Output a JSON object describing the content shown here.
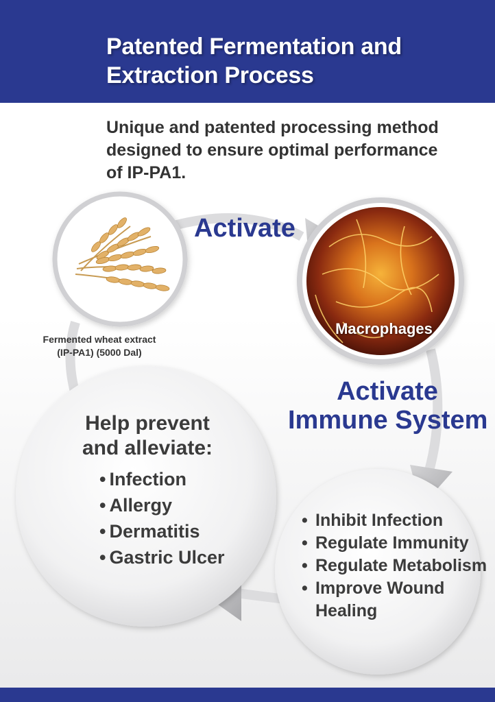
{
  "header": {
    "title_line1": "Patented Fermentation and",
    "title_line2": "Extraction Process"
  },
  "subtitle": {
    "line1": "Unique and patented processing method",
    "line2": "designed to ensure optimal performance",
    "line3": "of IP-PA1."
  },
  "cycle": {
    "activate_label": "Activate",
    "wheat_caption_line1": "Fermented wheat extract",
    "wheat_caption_line2": "(IP-PA1) (5000 Dal)",
    "macrophage_label": "Macrophages",
    "activate_immune_line1": "Activate",
    "activate_immune_line2": "Immune System",
    "prevent_title_line1": "Help prevent",
    "prevent_title_line2": "and alleviate:",
    "prevent_items": [
      "Infection",
      "Allergy",
      "Dermatitis",
      "Gastric Ulcer"
    ],
    "benefit_items": [
      "Inhibit Infection",
      "Regulate Immunity",
      "Regulate Metabolism",
      "Improve Wound"
    ],
    "benefit_item4_line2": "Healing"
  },
  "colors": {
    "brand_blue": "#2a3990",
    "text_dark": "#333333",
    "macrophage_orange": "#e07a18"
  },
  "icons": {
    "wheat": "wheat-icon",
    "macrophage": "macrophage-image"
  }
}
